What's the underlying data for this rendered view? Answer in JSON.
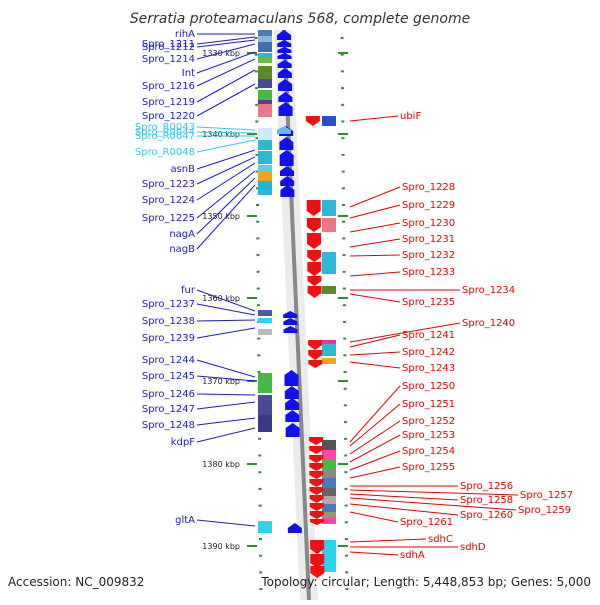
{
  "title": "Serratia proteamaculans 568, complete genome",
  "accession": "Accession: NC_009832",
  "topology": "Topology: circular; Length: 5,448,853 bp; Genes: 5,000",
  "colors": {
    "left_label": "#1a1acc",
    "rna_label": "#33ccee",
    "right_label": "#e60000",
    "minus_arrow": "#1111ee",
    "plus_arrow": "#ee1111",
    "rna_arrow": "#66bbee",
    "dash": "#338833",
    "line": "#888888"
  },
  "ruler": [
    "1330 kbp",
    "1340 kbp",
    "1350 kbp",
    "1360 kbp",
    "1370 kbp",
    "1380 kbp",
    "1390 kbp"
  ],
  "left_labels": [
    "rihA",
    "Spro_1211",
    "Spro_1212",
    "Spro_1214",
    "Int",
    "Spro_1216",
    "Spro_1219",
    "Spro_1220",
    "Spro_R0043",
    "Spro_R0044",
    "Spro_R0047",
    "Spro_R0048",
    "asnB",
    "Spro_1223",
    "Spro_1224",
    "Spro_1225",
    "nagA",
    "nagB",
    "fur",
    "Spro_1237",
    "Spro_1238",
    "Spro_1239",
    "Spro_1244",
    "Spro_1245",
    "Spro_1246",
    "Spro_1247",
    "Spro_1248",
    "kdpF",
    "gltA"
  ],
  "right_labels": [
    "ubiF",
    "Spro_1228",
    "Spro_1229",
    "Spro_1230",
    "Spro_1231",
    "Spro_1232",
    "Spro_1233",
    "Spro_1234",
    "Spro_1235",
    "Spro_1240",
    "Spro_1241",
    "Spro_1242",
    "Spro_1243",
    "Spro_1250",
    "Spro_1251",
    "Spro_1252",
    "Spro_1253",
    "Spro_1254",
    "Spro_1255",
    "Spro_1256",
    "Spro_1257",
    "Spro_1258",
    "Spro_1259",
    "Spro_1260",
    "Spro_1261",
    "sdhC",
    "sdhD",
    "sdhA"
  ]
}
